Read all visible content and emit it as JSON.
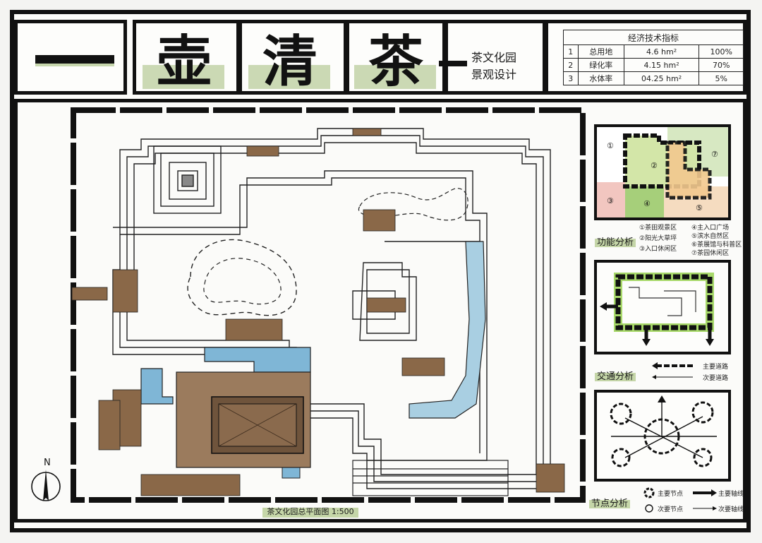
{
  "title": {
    "chars": [
      "一",
      "壶",
      "清",
      "茶",
      "—"
    ],
    "subtitle_line1": "茶文化园",
    "subtitle_line2": "景观设计"
  },
  "indicator_table": {
    "header": "经济技术指标",
    "rows": [
      {
        "no": "1",
        "name": "总用地",
        "value": "4.6 hm²",
        "pct": "100%"
      },
      {
        "no": "2",
        "name": "绿化率",
        "value": "4.15 hm²",
        "pct": "70%"
      },
      {
        "no": "3",
        "name": "水体率",
        "value": "04.25 hm²",
        "pct": "5%"
      }
    ]
  },
  "plan": {
    "caption": "茶文化园总平面图 1:500",
    "north_label": "N"
  },
  "function_panel": {
    "label": "功能分析",
    "zone_numbers": [
      "①",
      "②",
      "③",
      "④",
      "⑤",
      "⑦"
    ],
    "legend": [
      "①茶田观景区",
      "②阳光大草坪",
      "③入口休闲区",
      "④主入口广场",
      "⑤滨水自然区",
      "⑥茶展馆与科普区",
      "⑦茶园休闲区"
    ]
  },
  "traffic_panel": {
    "label": "交通分析",
    "legend": [
      "主要道路",
      "次要道路"
    ]
  },
  "node_panel": {
    "label": "节点分析",
    "legend": [
      "主要节点",
      "主要轴线",
      "次要节点",
      "次要轴线"
    ]
  },
  "colors": {
    "ink": "#111111",
    "highlight_green": "#c5d6a8",
    "water_blue": "#7fb6d6",
    "wood_brown": "#7a5a3e",
    "zone_green": "#b9d98a",
    "zone_orange": "#f3c98f",
    "zone_pink": "#f2c6c0"
  }
}
